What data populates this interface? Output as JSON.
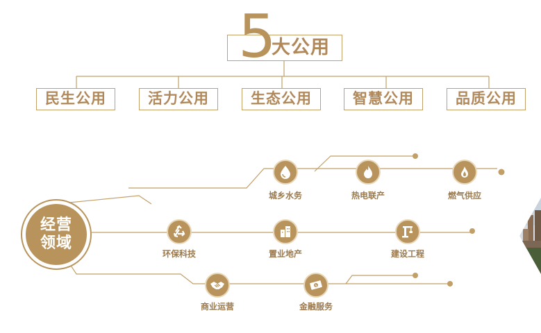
{
  "title": {
    "number": "5",
    "suffix": "大公用"
  },
  "public_utilities": [
    "民生公用",
    "活力公用",
    "生态公用",
    "智慧公用",
    "品质公用"
  ],
  "hub": {
    "line1": "经营",
    "line2": "领域"
  },
  "branches": {
    "water": {
      "label": "城乡水务",
      "icon": "water-drop-icon"
    },
    "heat_power": {
      "label": "热电联产",
      "icon": "flame-icon"
    },
    "gas": {
      "label": "燃气供应",
      "icon": "gas-flame-icon"
    },
    "environment": {
      "label": "环保科技",
      "icon": "recycle-icon"
    },
    "real_estate": {
      "label": "置业地产",
      "icon": "building-icon"
    },
    "construction": {
      "label": "建设工程",
      "icon": "crane-icon"
    },
    "commerce": {
      "label": "商业运营",
      "icon": "handshake-icon"
    },
    "finance": {
      "label": "金融服务",
      "icon": "money-icon"
    }
  },
  "colors": {
    "gold": "#b8945c",
    "gold_line": "#c29f66",
    "text": "#9a7a4e"
  }
}
